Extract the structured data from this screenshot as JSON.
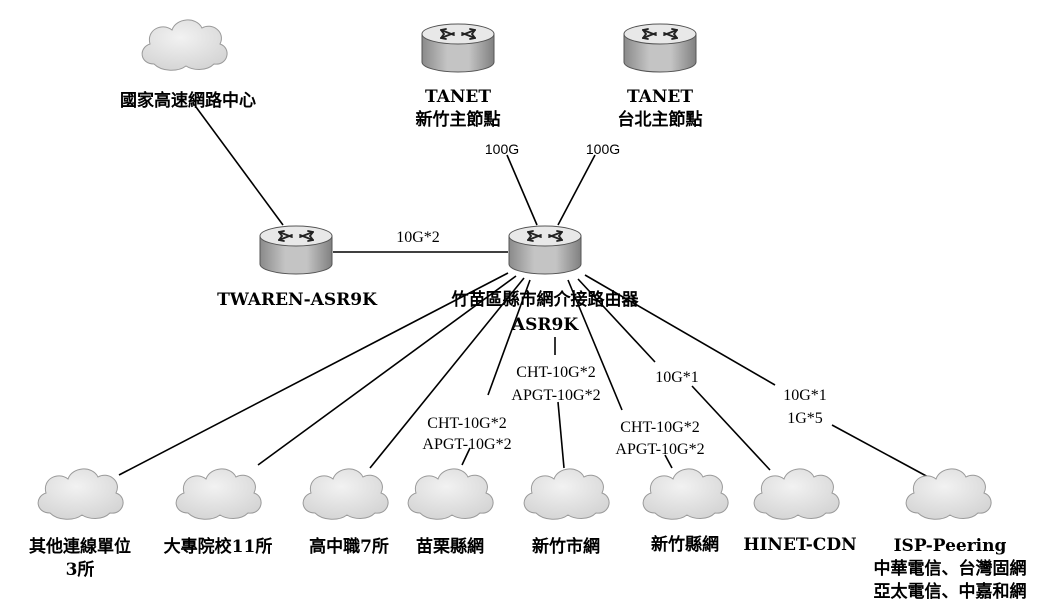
{
  "nodes": {
    "nchc": {
      "label": "國家高速網路中心"
    },
    "tanet_hsinchu": {
      "line1": "TANET",
      "line2": "新竹主節點"
    },
    "tanet_taipei": {
      "line1": "TANET",
      "line2": "台北主節點"
    },
    "twaren": {
      "label": "TWAREN-ASR9K"
    },
    "core": {
      "line1": "竹苗區縣市網介接路由器",
      "line2": "ASR9K"
    },
    "others": {
      "line1": "其他連線單位",
      "line2": "3所"
    },
    "colleges": {
      "label": "大專院校11所"
    },
    "vocational": {
      "label": "高中職7所"
    },
    "miaoli": {
      "label": "苗栗縣網"
    },
    "hsinchu_city": {
      "label": "新竹市網"
    },
    "hsinchu_county": {
      "label": "新竹縣網"
    },
    "hinet": {
      "label": "HINET-CDN"
    },
    "isp": {
      "line1": "ISP-Peering",
      "line2": "中華電信、台灣固網",
      "line3": "亞太電信、中嘉和網"
    }
  },
  "links": {
    "hsinchu_core": "100G",
    "taipei_core": "100G",
    "twaren_core": "10G*2",
    "miaoli": {
      "line1": "CHT-10G*2",
      "line2": "APGT-10G*2"
    },
    "hsinchu_city": {
      "line1": "CHT-10G*2",
      "line2": "APGT-10G*2"
    },
    "hsinchu_county": {
      "line1": "CHT-10G*2",
      "line2": "APGT-10G*2"
    },
    "hinet": "10G*1",
    "isp": {
      "line1": "10G*1",
      "line2": "1G*5"
    }
  },
  "colors": {
    "router_top": "#e6e6e6",
    "router_side": "#a9a9a9",
    "cloud": "#dcdcdc",
    "line": "#000000"
  }
}
